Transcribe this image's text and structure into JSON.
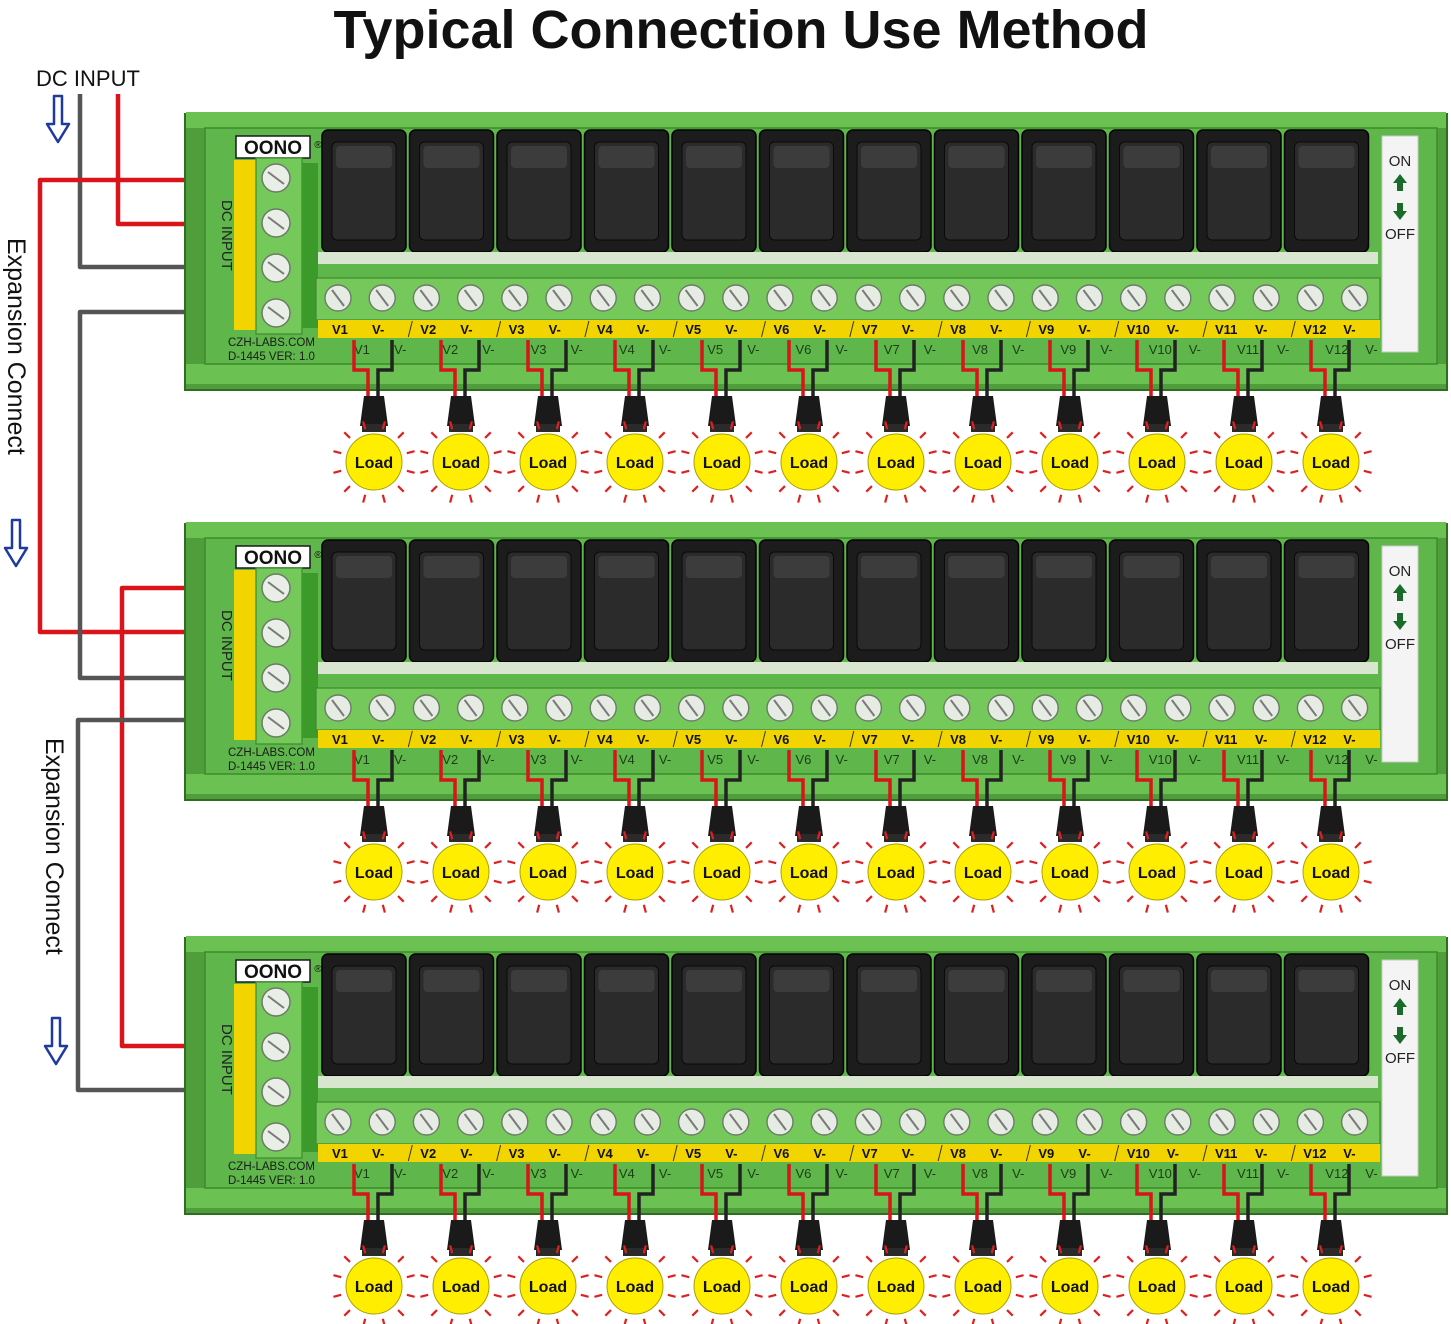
{
  "title": "Typical Connection Use Method",
  "dc_input_label": "DC INPUT",
  "expansion_label_1": "Expansion Connect",
  "expansion_label_2": "Expansion Connect",
  "board": {
    "brand": "OONO",
    "registered_mark": "®",
    "website": "CZH-LABS.COM",
    "model": "D-1445  VER: 1.0",
    "input_label": "DC INPUT",
    "on_label": "ON",
    "off_label": "OFF",
    "channels": [
      "V1",
      "V2",
      "V3",
      "V4",
      "V5",
      "V6",
      "V7",
      "V8",
      "V9",
      "V10",
      "V11",
      "V12"
    ],
    "neg_label": "V-",
    "pcb_labels": [
      "V1",
      "V2",
      "V3",
      "V4",
      "V5",
      "V6",
      "V7",
      "V8",
      "V9",
      "V10",
      "V11",
      "V12"
    ]
  },
  "load_label": "Load",
  "board_count": 3,
  "colors": {
    "pcb_green": "#5fb64a",
    "rail_green": "#4f9e3b",
    "terminal_green": "#74c95a",
    "switch_black": "#1c1c1c",
    "label_yellow": "#f2d400",
    "wire_red": "#d9141b",
    "wire_gray": "#555555",
    "bulb_yellow": "#ffee00",
    "arrow_blue": "#1e3a9e"
  }
}
